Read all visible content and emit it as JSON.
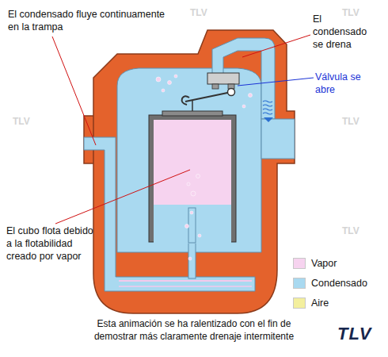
{
  "diagram": {
    "caption": "Esta animación se ha ralentizado con el fin de demostrar más claramente drenaje intermitente",
    "labels": [
      "El condensado fluye continuamente en la trampa",
      "El condensado se drena",
      "Válvula se abre",
      "El cubo flota debido a la flotabilidad creado por vapor",
      "TLV",
      "TLV",
      "TLV",
      "TLV",
      "TLV",
      "TLV"
    ],
    "legend": [
      {
        "text": "Vapor",
        "color": "#f6d3ef"
      },
      {
        "text": "Condensado",
        "color": "#a9d9f0"
      },
      {
        "text": "Aire",
        "color": "#f3ef9e"
      }
    ]
  }
}
